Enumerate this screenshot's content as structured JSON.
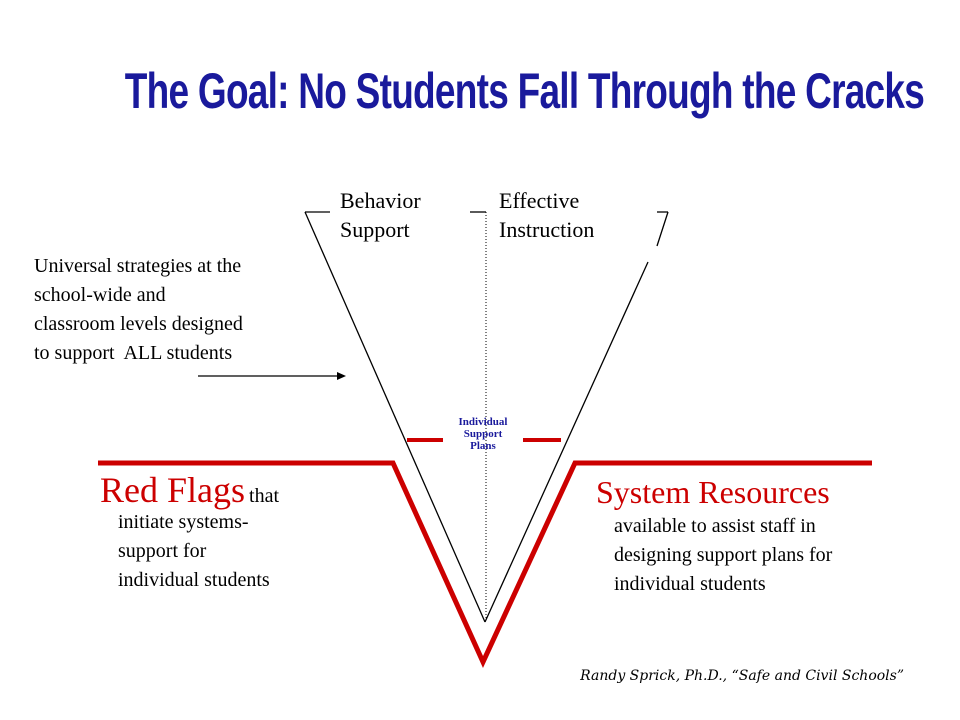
{
  "title": "The Goal: No Students Fall Through the Cracks",
  "labels": {
    "behavior_support": [
      "Behavior",
      "Support"
    ],
    "effective_instruction": [
      "Effective",
      "Instruction"
    ],
    "universal": [
      "Universal strategies at the",
      "school-wide and",
      "classroom levels designed",
      "to support  ALL students"
    ],
    "individual_support_plans": [
      "Individual",
      "Support",
      "Plans"
    ]
  },
  "red_flags": {
    "heading": "Red Flags",
    "suffix": "that",
    "lines": [
      "initiate systems-",
      "support for",
      "individual students"
    ]
  },
  "system_resources": {
    "heading": "System Resources",
    "lines": [
      "available to assist staff in",
      "designing support plans for",
      "individual students"
    ]
  },
  "credit": "Randy Sprick, Ph.D., “Safe and Civil Schools”",
  "colors": {
    "title": "#1a1a9c",
    "red": "#cc0000",
    "text": "#000000"
  }
}
